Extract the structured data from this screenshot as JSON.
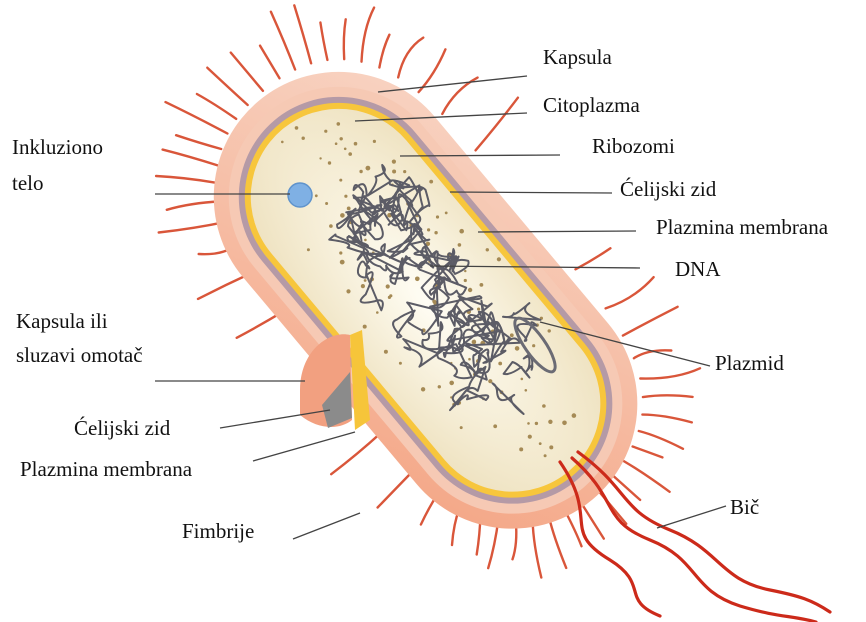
{
  "labels": {
    "kapsula": "Kapsula",
    "citoplazma": "Citoplazma",
    "ribozomi": "Ribozomi",
    "celijski_zid_right": "Ćelijski zid",
    "plazmina_membrana_right": "Plazmina membrana",
    "dna": "DNA",
    "plazmid": "Plazmid",
    "bic": "Bič",
    "inkluziono_line1": "Inkluziono",
    "inkluziono_line2": "telo",
    "kapsula_ili_line1": "Kapsula ili",
    "kapsula_ili_line2": "sluzavi omotač",
    "celijski_zid_left": "Ćelijski zid",
    "plazmina_membrana_left": "Plazmina membrana",
    "fimbrije": "Fimbrije"
  },
  "colors": {
    "capsule": "#f6c3ae",
    "capsule_outer": "#f3a98e",
    "cell_wall": "#b59aa6",
    "membrane": "#f7c63c",
    "cytoplasm": "#f7f1dc",
    "dna": "#5c5c66",
    "ribosome": "#a58a55",
    "fimbria": "#d9563a",
    "flagellum": "#cc2a1a",
    "inclusion": "#7fb0e4",
    "line": "#444444"
  }
}
